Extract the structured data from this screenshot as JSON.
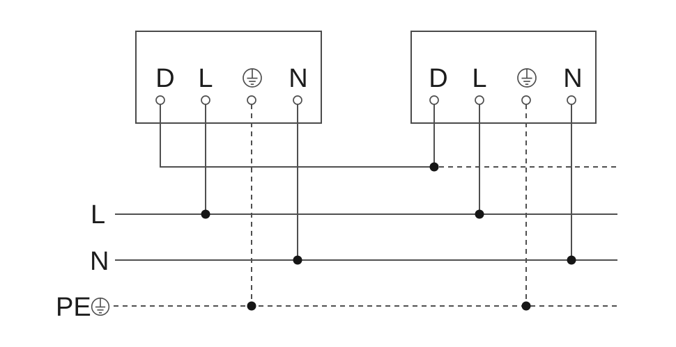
{
  "devices": [
    {
      "name": "device-1",
      "terminals": [
        {
          "id": "d",
          "label": "D"
        },
        {
          "id": "l",
          "label": "L"
        },
        {
          "id": "earth",
          "icon": "protective-earth-icon"
        },
        {
          "id": "n",
          "label": "N"
        }
      ]
    },
    {
      "name": "device-2",
      "terminals": [
        {
          "id": "d",
          "label": "D"
        },
        {
          "id": "l",
          "label": "L"
        },
        {
          "id": "earth",
          "icon": "protective-earth-icon"
        },
        {
          "id": "n",
          "label": "N"
        }
      ]
    }
  ],
  "buses": [
    {
      "id": "live",
      "label": "L"
    },
    {
      "id": "neutral",
      "label": "N"
    },
    {
      "id": "protective-earth",
      "label": "PE",
      "icon": "protective-earth-icon",
      "line_style": "dashed"
    }
  ],
  "icons": {
    "earth": "protective-earth-icon"
  },
  "colors": {
    "background": "#ffffff",
    "line": "#4f4f4f",
    "text": "#1c1c1c",
    "junction_dot": "#161616"
  }
}
